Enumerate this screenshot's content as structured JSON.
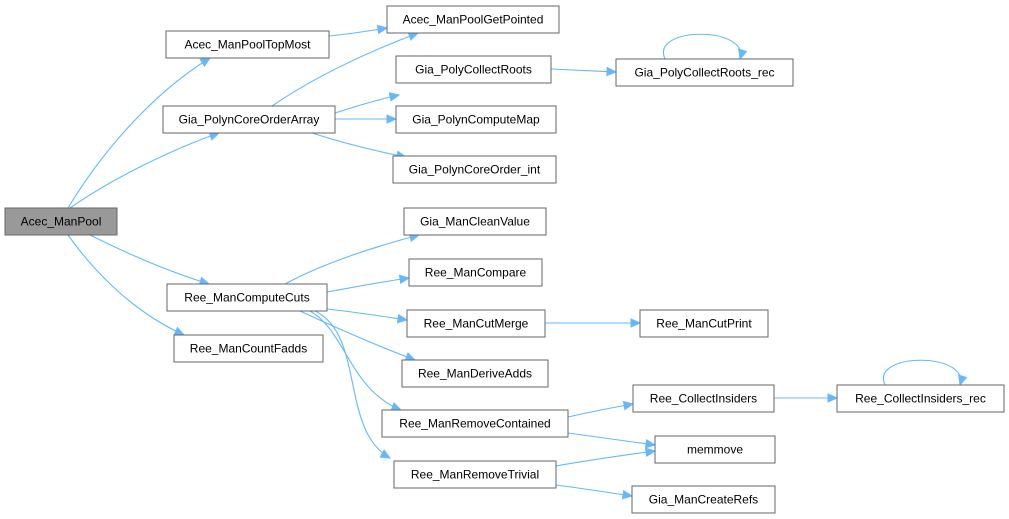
{
  "nodes": [
    {
      "id": "acec_manpool",
      "label": "Acec_ManPool",
      "root": true
    },
    {
      "id": "acec_manpooltopmost",
      "label": "Acec_ManPoolTopMost"
    },
    {
      "id": "acec_manpoolgetpointed",
      "label": "Acec_ManPoolGetPointed"
    },
    {
      "id": "gia_polyncoreorderarray",
      "label": "Gia_PolynCoreOrderArray"
    },
    {
      "id": "gia_polycollectroots",
      "label": "Gia_PolyCollectRoots"
    },
    {
      "id": "gia_polycollectroots_rec",
      "label": "Gia_PolyCollectRoots_rec"
    },
    {
      "id": "gia_polyncomputemap",
      "label": "Gia_PolynComputeMap"
    },
    {
      "id": "gia_polyncoreorder_int",
      "label": "Gia_PolynCoreOrder_int"
    },
    {
      "id": "gia_mancleanvalue",
      "label": "Gia_ManCleanValue"
    },
    {
      "id": "ree_mancomputecuts",
      "label": "Ree_ManComputeCuts"
    },
    {
      "id": "ree_mancompare",
      "label": "Ree_ManCompare"
    },
    {
      "id": "ree_mancutmerge",
      "label": "Ree_ManCutMerge"
    },
    {
      "id": "ree_mancutprint",
      "label": "Ree_ManCutPrint"
    },
    {
      "id": "ree_mancountfadds",
      "label": "Ree_ManCountFadds"
    },
    {
      "id": "ree_manderiveadds",
      "label": "Ree_ManDeriveAdds"
    },
    {
      "id": "ree_manremovecontained",
      "label": "Ree_ManRemoveContained"
    },
    {
      "id": "ree_collectinsiders",
      "label": "Ree_CollectInsiders"
    },
    {
      "id": "ree_collectinsiders_rec",
      "label": "Ree_CollectInsiders_rec"
    },
    {
      "id": "memmove",
      "label": "memmove"
    },
    {
      "id": "ree_manremovetrivial",
      "label": "Ree_ManRemoveTrivial"
    },
    {
      "id": "gia_mancreaterefs",
      "label": "Gia_ManCreateRefs"
    }
  ],
  "edges": [
    {
      "from": "acec_manpool",
      "to": "acec_manpooltopmost"
    },
    {
      "from": "acec_manpool",
      "to": "gia_polyncoreorderarray"
    },
    {
      "from": "acec_manpool",
      "to": "ree_mancomputecuts"
    },
    {
      "from": "acec_manpool",
      "to": "ree_mancountfadds"
    },
    {
      "from": "acec_manpooltopmost",
      "to": "acec_manpoolgetpointed"
    },
    {
      "from": "gia_polyncoreorderarray",
      "to": "acec_manpoolgetpointed"
    },
    {
      "from": "gia_polyncoreorderarray",
      "to": "gia_polycollectroots"
    },
    {
      "from": "gia_polyncoreorderarray",
      "to": "gia_polyncomputemap"
    },
    {
      "from": "gia_polyncoreorderarray",
      "to": "gia_polyncoreorder_int"
    },
    {
      "from": "gia_polycollectroots",
      "to": "gia_polycollectroots_rec"
    },
    {
      "from": "gia_polycollectroots_rec",
      "to": "gia_polycollectroots_rec"
    },
    {
      "from": "ree_mancomputecuts",
      "to": "gia_mancleanvalue"
    },
    {
      "from": "ree_mancomputecuts",
      "to": "ree_mancompare"
    },
    {
      "from": "ree_mancomputecuts",
      "to": "ree_mancutmerge"
    },
    {
      "from": "ree_mancomputecuts",
      "to": "ree_manderiveadds"
    },
    {
      "from": "ree_mancomputecuts",
      "to": "ree_manremovecontained"
    },
    {
      "from": "ree_mancomputecuts",
      "to": "ree_manremovetrivial"
    },
    {
      "from": "ree_mancutmerge",
      "to": "ree_mancutprint"
    },
    {
      "from": "ree_manremovecontained",
      "to": "ree_collectinsiders"
    },
    {
      "from": "ree_manremovecontained",
      "to": "memmove"
    },
    {
      "from": "ree_collectinsiders",
      "to": "ree_collectinsiders_rec"
    },
    {
      "from": "ree_collectinsiders_rec",
      "to": "ree_collectinsiders_rec"
    },
    {
      "from": "ree_manremovetrivial",
      "to": "memmove"
    },
    {
      "from": "ree_manremovetrivial",
      "to": "gia_mancreaterefs"
    }
  ]
}
